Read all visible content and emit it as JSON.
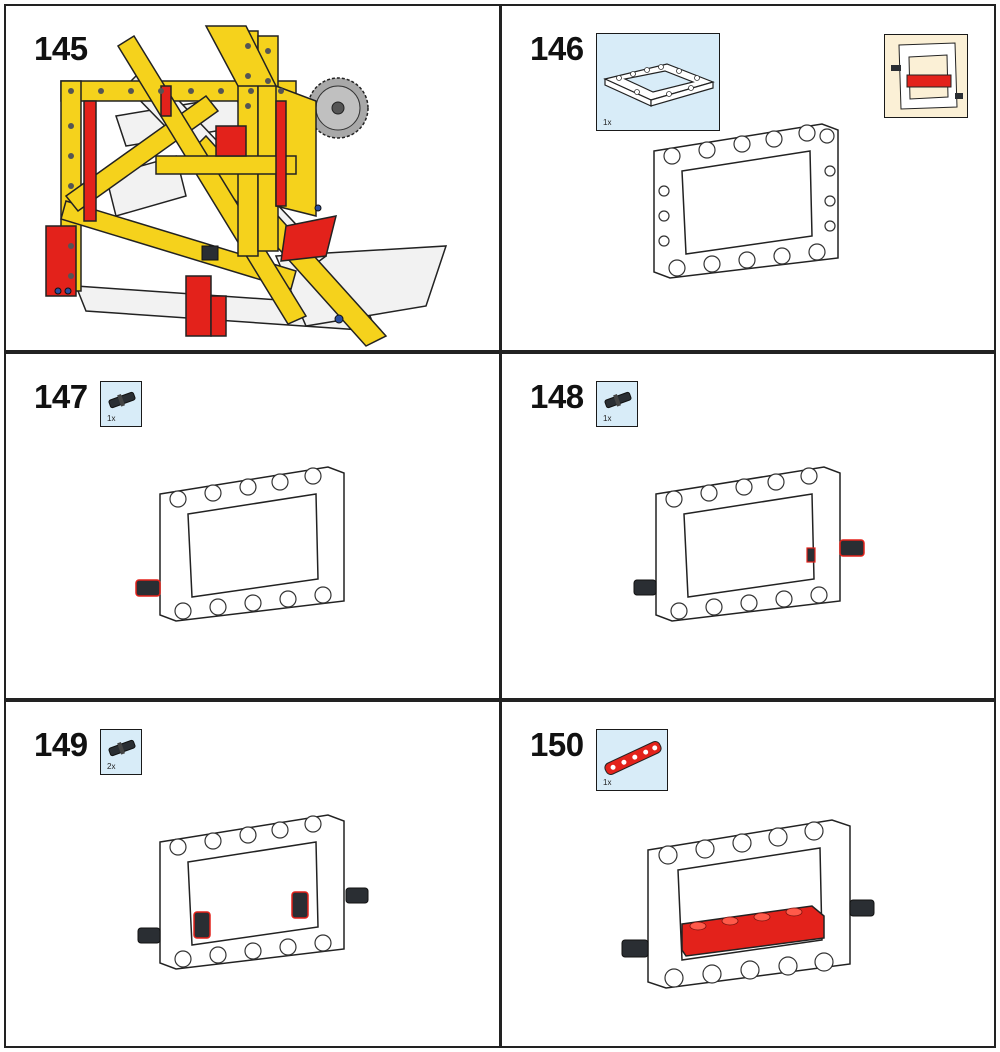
{
  "steps": [
    {
      "number": "145"
    },
    {
      "number": "146",
      "parts_qty": "1x"
    },
    {
      "number": "147",
      "parts_qty": "1x"
    },
    {
      "number": "148",
      "parts_qty": "1x"
    },
    {
      "number": "149",
      "parts_qty": "2x"
    },
    {
      "number": "150",
      "parts_qty": "1x"
    }
  ],
  "colors": {
    "frame": "#ffffff",
    "outline": "#1e1e1e",
    "yellow": "#f5d21c",
    "red": "#e3221b",
    "gray": "#a4a4a4",
    "black_pin": "#2a2e33",
    "parts_box": "#d8ecf8",
    "callout_box": "#fbf0d6"
  }
}
